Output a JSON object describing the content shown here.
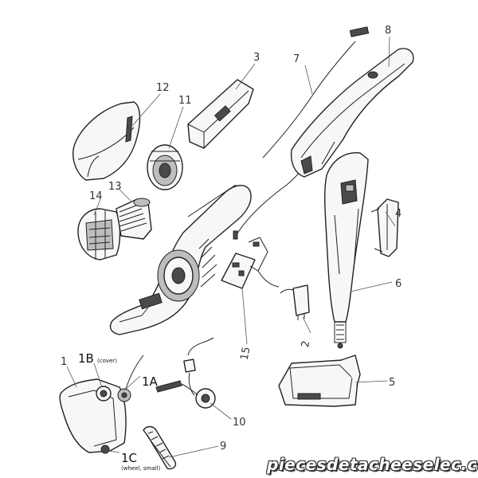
{
  "labels": {
    "l1": "1",
    "l1a": "1A",
    "l1b": "1B",
    "l1b_sub": "(cover)",
    "l1c": "1C",
    "l1c_sub": "(wheel, small)",
    "l2": "2",
    "l3": "3",
    "l4": "4",
    "l5": "5",
    "l6": "6",
    "l7": "7",
    "l8": "8",
    "l9": "9",
    "l10": "10",
    "l11": "11",
    "l12": "12",
    "l13": "13",
    "l14": "14",
    "l15": "15"
  },
  "watermark": "piecesdetacheeselec.com"
}
